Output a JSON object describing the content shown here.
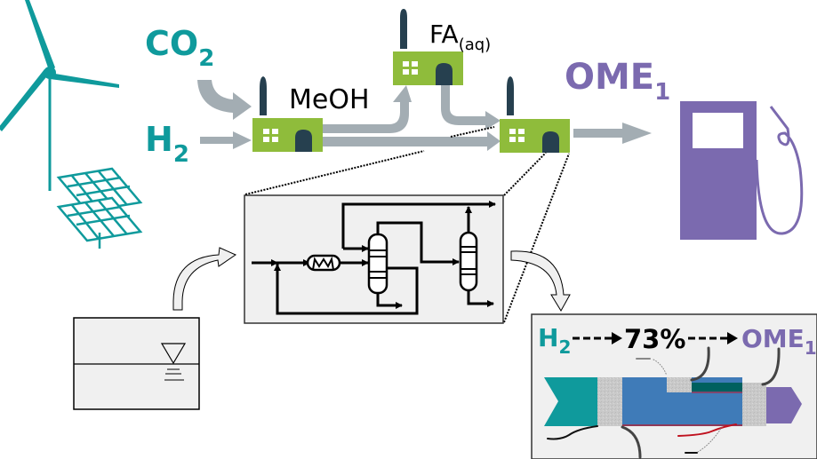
{
  "title": "Power-to-Liquid process chain: renewable H2 and CO2 to OME1 fuel",
  "colors": {
    "teal": "#0f9a9c",
    "purple": "#7b6aaf",
    "plant_green": "#8fbc3b",
    "plant_dark": "#26404f",
    "flow_gray": "#a3adb3",
    "sankey_blue": "#3f7bb8",
    "sankey_darkteal": "#00605f",
    "sankey_gray": "#c8c8c8",
    "sankey_red": "#c0121f",
    "panel_bg": "#f0f0f0"
  },
  "energy_sources": {
    "wind_turbine": "wind-turbine-icon",
    "solar_panel": "solar-panel-icon"
  },
  "feedstocks": {
    "co2_label": "CO",
    "co2_sub": "2",
    "h2_label": "H",
    "h2_sub": "2"
  },
  "plants": [
    {
      "id": "meoh",
      "label": "MeOH",
      "sub": ""
    },
    {
      "id": "fa",
      "label": "FA",
      "sub": "(aq)"
    },
    {
      "id": "ome",
      "label": "",
      "sub": ""
    }
  ],
  "product": {
    "label": "OME",
    "sub": "1",
    "icon": "fuel-pump-icon"
  },
  "process_flowsheet": {
    "units": [
      "mixer",
      "heat-exchanger",
      "reactive-distillation-column",
      "distillation-column"
    ]
  },
  "tank": {
    "icon": "water-level-icon"
  },
  "sankey": {
    "input_label": "H",
    "input_sub": "2",
    "efficiency_label": "73%",
    "efficiency": 0.73,
    "output_label": "OME",
    "output_sub": "1"
  }
}
